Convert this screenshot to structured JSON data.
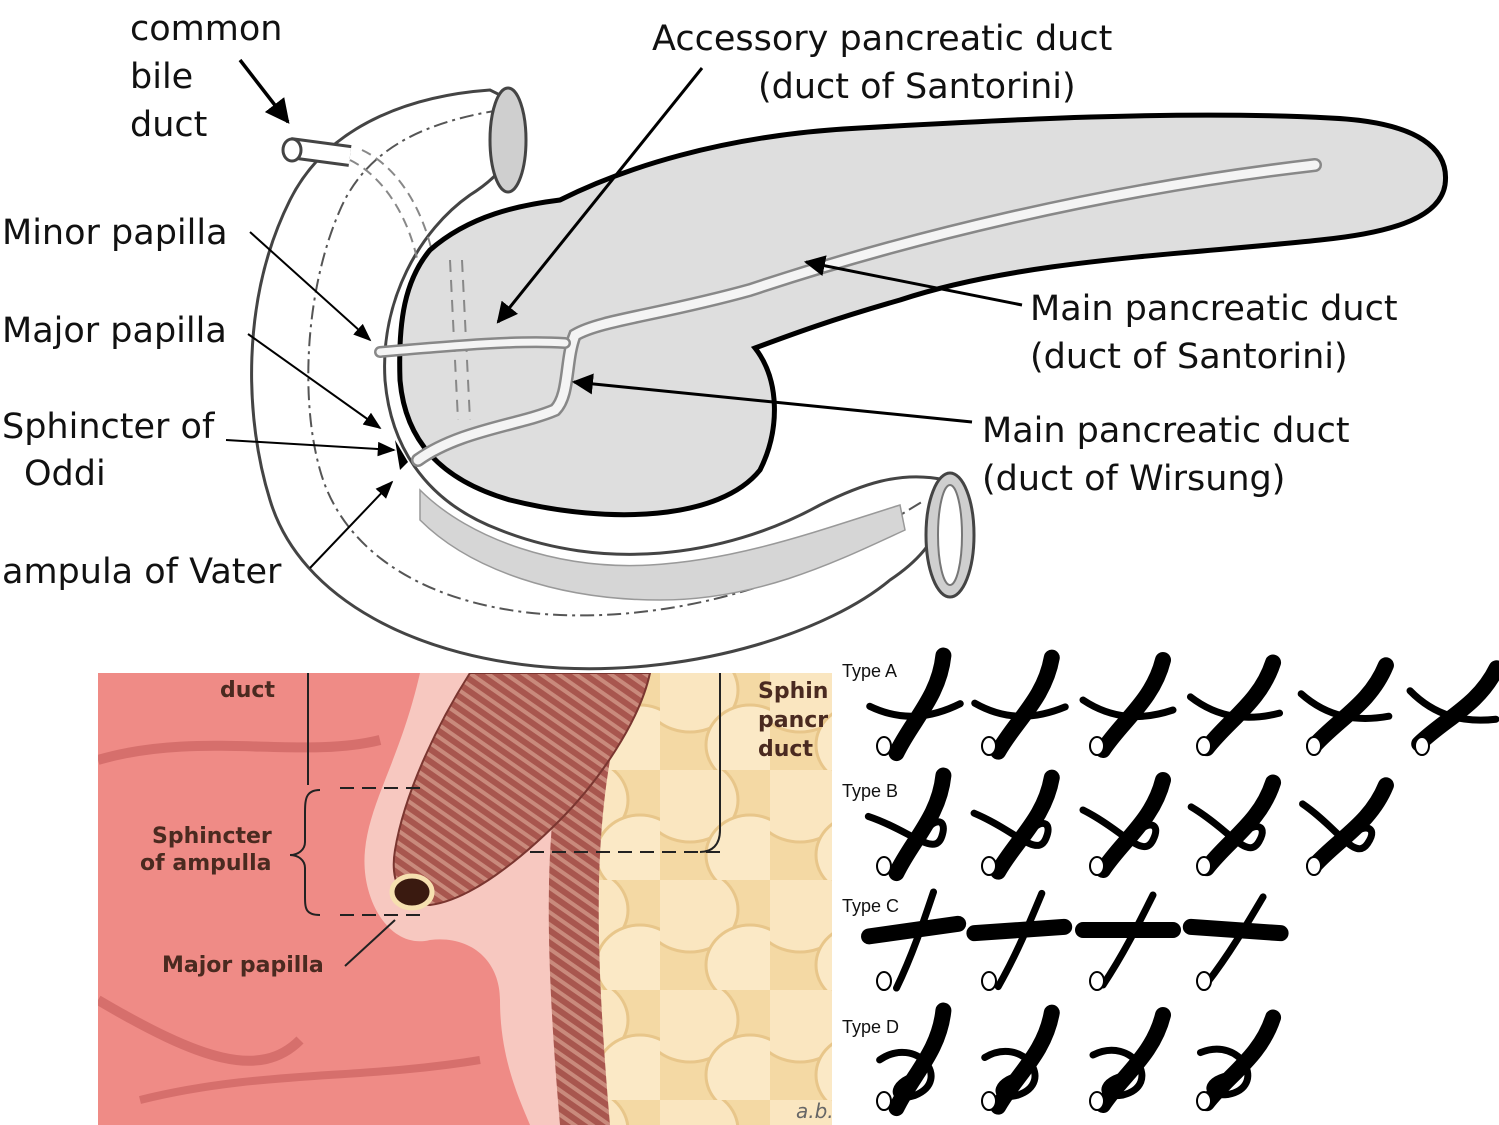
{
  "pancreas_diagram": {
    "labels": {
      "common_bile_duct": [
        "common",
        "bile",
        "duct"
      ],
      "accessory_duct": [
        "Accessory pancreatic duct",
        "(duct of Santorini)"
      ],
      "minor_papilla": "Minor papilla",
      "major_papilla": "Major papilla",
      "sphincter_of_oddi": [
        "Sphincter of",
        "Oddi"
      ],
      "ampula_of_vater": "ampula of Vater",
      "main_duct_santorini": [
        "Main pancreatic duct",
        "(duct of Santorini)"
      ],
      "main_duct_wirsung": [
        "Main pancreatic duct",
        "(duct of Wirsung)"
      ]
    }
  },
  "ampulla_illustration": {
    "labels": {
      "duct": "duct",
      "sphincter_pancreatic_duct": [
        "Sphin",
        "pancr",
        "duct"
      ],
      "sphincter_of_ampulla": [
        "Sphincter",
        "of ampulla"
      ],
      "major_papilla": "Major papilla",
      "signature": "a.b."
    },
    "colors": {
      "mucosa": "#f08080",
      "muscle": "#a0504a",
      "pancreas_tissue": "#f6dca8"
    }
  },
  "duct_types": {
    "rows": [
      {
        "label": "Type A",
        "count": 6
      },
      {
        "label": "Type B",
        "count": 5
      },
      {
        "label": "Type C",
        "count": 4
      },
      {
        "label": "Type D",
        "count": 4
      }
    ]
  }
}
